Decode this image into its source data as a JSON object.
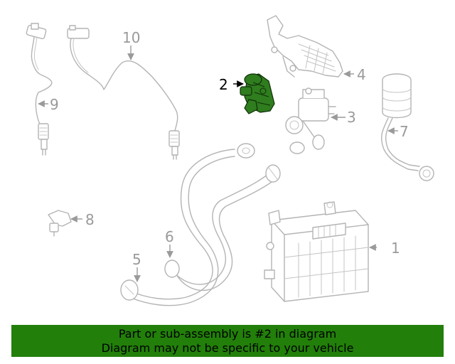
{
  "diagram": {
    "callouts": [
      "1",
      "2",
      "3",
      "4",
      "5",
      "6",
      "7",
      "8",
      "9",
      "10"
    ],
    "highlighted_part": "2",
    "colors": {
      "part_line": "#b4b4b4",
      "highlight": "#2f7d1e",
      "banner": "#227f0a"
    }
  },
  "banner": {
    "line1": "Part or sub-assembly is #2 in diagram",
    "line2": "Diagram may not be specific to your vehicle"
  }
}
